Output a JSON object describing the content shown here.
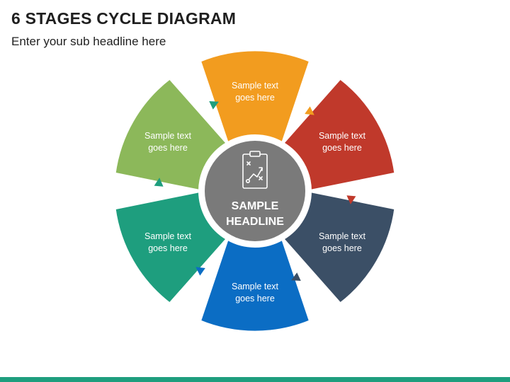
{
  "header": {
    "title": "6 STAGES CYCLE DIAGRAM",
    "subtitle": "Enter your sub headline here"
  },
  "center": {
    "line1": "SAMPLE",
    "line2": "HEADLINE",
    "icon": "strategy-clipboard-icon",
    "color": "#7a7a7a"
  },
  "segments": [
    {
      "name": "stage-top",
      "line1": "Sample text",
      "line2": "goes here",
      "color": "#F29C1F",
      "arrow_color": "#F29C1F"
    },
    {
      "name": "stage-upper-right",
      "line1": "Sample text",
      "line2": "goes here",
      "color": "#C0392B",
      "arrow_color": "#C0392B"
    },
    {
      "name": "stage-lower-right",
      "line1": "Sample text",
      "line2": "goes here",
      "color": "#3B4F66",
      "arrow_color": "#3B4F66"
    },
    {
      "name": "stage-bottom",
      "line1": "Sample text",
      "line2": "goes here",
      "color": "#0B6DC4",
      "arrow_color": "#0B6DC4"
    },
    {
      "name": "stage-lower-left",
      "line1": "Sample text",
      "line2": "goes here",
      "color": "#1E9E7E",
      "arrow_color": "#1E9E7E"
    },
    {
      "name": "stage-upper-left",
      "line1": "Sample text",
      "line2": "goes here",
      "color": "#8CB85A",
      "arrow_color": "#1E9E7E"
    }
  ],
  "footer": {
    "bar_color": "#1E9E7E"
  }
}
